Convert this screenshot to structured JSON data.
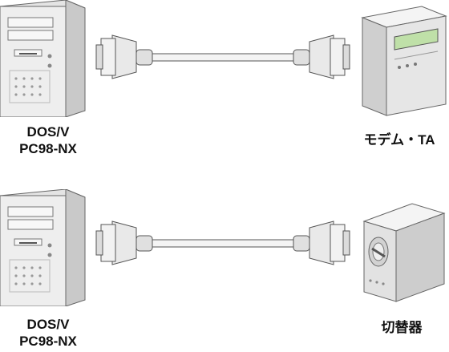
{
  "rows": [
    {
      "left_device": {
        "icon": "tower-pc-icon",
        "label_line1": "DOS/V",
        "label_line2": "PC98-NX"
      },
      "cable": {
        "icon": "serial-cable-icon"
      },
      "right_device": {
        "icon": "modem-ta-icon",
        "label": "モデム・TA"
      }
    },
    {
      "left_device": {
        "icon": "tower-pc-icon",
        "label_line1": "DOS/V",
        "label_line2": "PC98-NX"
      },
      "cable": {
        "icon": "serial-cable-icon"
      },
      "right_device": {
        "icon": "switcher-icon",
        "label": "切替器"
      }
    }
  ],
  "colors": {
    "device_body": "#e9e9e9",
    "device_shade": "#c8c8c8",
    "outline": "#555555",
    "screen": "#bfe0a8"
  }
}
